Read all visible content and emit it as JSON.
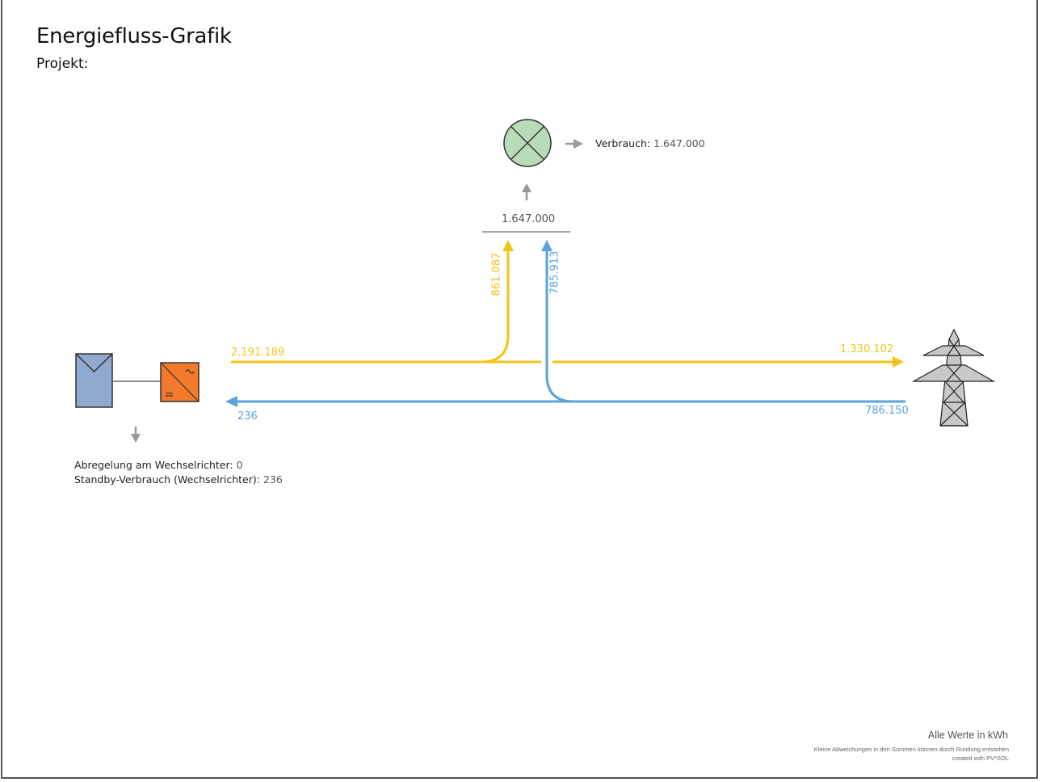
{
  "header": {
    "title": "Energiefluss-Grafik",
    "project_label": "Projekt:"
  },
  "colors": {
    "pv_flow": "#f2c418",
    "grid_flow": "#5aa3e0",
    "neutral": "#999999",
    "pv_module": "#8fa9cf",
    "inverter": "#f37a2b",
    "consumer": "#b9dcb8"
  },
  "flows": {
    "pv_generation": "2.191.189",
    "pv_to_consumption": "861.087",
    "grid_to_consumption": "785.913",
    "feed_in": "1.330.102",
    "grid_purchase": "786.150",
    "grid_to_inverter": "236",
    "consumption_total": "1.647.000"
  },
  "consumer": {
    "label": "Verbrauch:",
    "value": "1.647.000"
  },
  "inverter_info": [
    {
      "label": "Abregelung am Wechselrichter:",
      "value": "0"
    },
    {
      "label": "Standby-Verbrauch (Wechselrichter):",
      "value": "236"
    }
  ],
  "footer": {
    "units": "Alle Werte in kWh",
    "note": "Kleine Abweichungen in den Summen können durch Rundung entstehen",
    "credit": "created with PV*SOL"
  },
  "icons": {
    "pv": "solar-panel-icon",
    "inverter": "inverter-icon",
    "consumer": "lamp-consumer-icon",
    "grid": "power-pylon-icon"
  }
}
